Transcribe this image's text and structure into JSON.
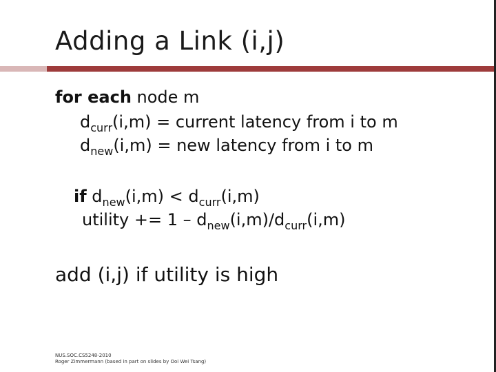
{
  "slide": {
    "title": "Adding a Link (i,j)"
  },
  "content": {
    "line1_kw": "for each",
    "line1_rest": " node m",
    "line2_d": "d",
    "line2_sub": "curr",
    "line2_rest": "(i,m) = current latency from i to m",
    "line3_d": "d",
    "line3_sub": "new",
    "line3_rest": "(i,m) = new latency from i to m",
    "line4_kw": "if",
    "line4_d1": " d",
    "line4_sub1": "new",
    "line4_mid": "(i,m) < d",
    "line4_sub2": "curr",
    "line4_end": "(i,m)",
    "line5_a": "utility += 1 – d",
    "line5_sub1": "new",
    "line5_b": "(i,m)/d",
    "line5_sub2": "curr",
    "line5_c": "(i,m)",
    "line6": "add (i,j) if utility is high"
  },
  "footer": {
    "line1": "NUS.SOC.CS5248-2010",
    "line2": "Roger Zimmermann (based in part on slides by Ooi Wei Tsang)"
  }
}
